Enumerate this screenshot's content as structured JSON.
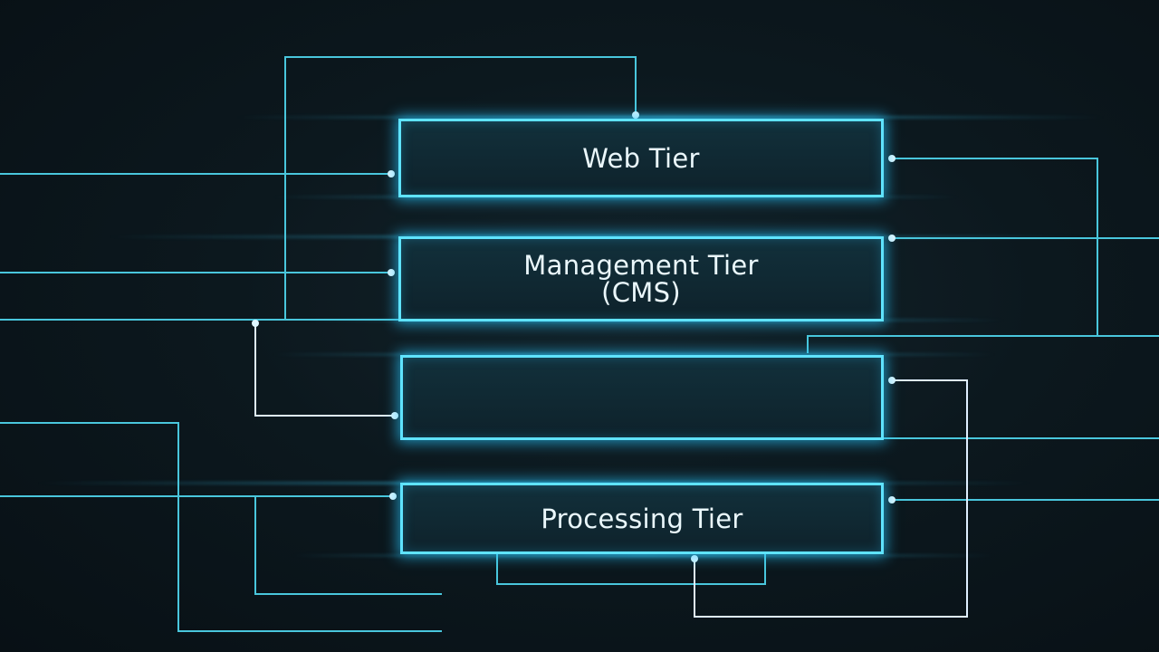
{
  "diagram": {
    "tiers": [
      {
        "id": "web",
        "label": "Web Tier"
      },
      {
        "id": "management",
        "label": "Management Tier\n(CMS)"
      },
      {
        "id": "unlabeled",
        "label": ""
      },
      {
        "id": "processing",
        "label": "Processing Tier"
      }
    ],
    "colors": {
      "background": "#0a1419",
      "box_border": "#5fe3ff",
      "wire_cyan": "#49c6dc",
      "wire_white": "#dfefff",
      "label_text": "#eaf7fb"
    }
  }
}
